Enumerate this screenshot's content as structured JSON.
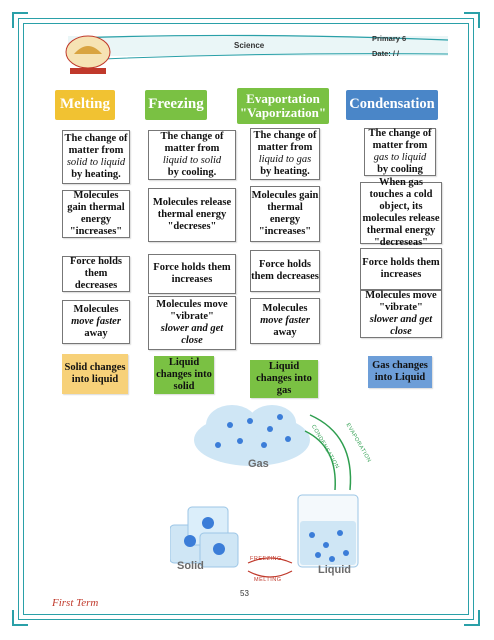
{
  "header": {
    "subject": "Science",
    "grade": "Primary 6",
    "date_label": "Date:  /  /"
  },
  "columns": [
    {
      "title": "Melting",
      "color": "#f1c232",
      "cells": [
        {
          "parts": [
            {
              "t": "The change of matter from",
              "s": "b"
            },
            {
              "t": "solid to liquid",
              "s": "i"
            },
            {
              "t": "by heating.",
              "s": "b"
            }
          ]
        },
        {
          "parts": [
            {
              "t": "Molecules gain thermal energy \"increases\"",
              "s": "b"
            }
          ]
        },
        {
          "parts": [
            {
              "t": "Force holds them decreases",
              "s": "b"
            }
          ]
        },
        {
          "parts": [
            {
              "t": "Molecules",
              "s": "b"
            },
            {
              "t": "move faster",
              "s": "bi"
            },
            {
              "t": "away",
              "s": "b"
            }
          ]
        },
        {
          "parts": [
            {
              "t": "Solid changes into liquid",
              "s": "b"
            }
          ]
        }
      ]
    },
    {
      "title": "Freezing",
      "color": "#7ac143",
      "cells": [
        {
          "parts": [
            {
              "t": "The change of matter from",
              "s": "b"
            },
            {
              "t": "liquid to solid",
              "s": "i"
            },
            {
              "t": "by cooling.",
              "s": "b"
            }
          ]
        },
        {
          "parts": [
            {
              "t": "Molecules release thermal energy \"decreses\"",
              "s": "b"
            }
          ]
        },
        {
          "parts": [
            {
              "t": "Force holds them increases",
              "s": "b"
            }
          ]
        },
        {
          "parts": [
            {
              "t": "Molecules move \"vibrate\"",
              "s": "b"
            },
            {
              "t": "slower and get close",
              "s": "bi"
            }
          ]
        },
        {
          "parts": [
            {
              "t": "Liquid changes into solid",
              "s": "b"
            }
          ]
        }
      ]
    },
    {
      "title": "Evaportation \"Vaporization\"",
      "color": "#7ac143",
      "cells": [
        {
          "parts": [
            {
              "t": "The change of matter from",
              "s": "b"
            },
            {
              "t": "liquid to gas",
              "s": "i"
            },
            {
              "t": "by heating.",
              "s": "b"
            }
          ]
        },
        {
          "parts": [
            {
              "t": "Molecules gain thermal energy \"increases\"",
              "s": "b"
            }
          ]
        },
        {
          "parts": [
            {
              "t": "Force holds them decreases",
              "s": "b"
            }
          ]
        },
        {
          "parts": [
            {
              "t": "Molecules",
              "s": "b"
            },
            {
              "t": "move faster",
              "s": "bi"
            },
            {
              "t": "away",
              "s": "b"
            }
          ]
        },
        {
          "parts": [
            {
              "t": "Liquid changes into gas",
              "s": "b"
            }
          ]
        }
      ]
    },
    {
      "title": "Condensation",
      "color": "#4a86c8",
      "cells": [
        {
          "parts": [
            {
              "t": "The change of matter from",
              "s": "b"
            },
            {
              "t": "gas to liquid",
              "s": "i"
            },
            {
              "t": "by cooling",
              "s": "b"
            }
          ]
        },
        {
          "parts": [
            {
              "t": "When gas touches a cold object, its molecules release thermal energy \"decreseas\"",
              "s": "b"
            }
          ]
        },
        {
          "parts": [
            {
              "t": "Force holds them increases",
              "s": "b"
            }
          ]
        },
        {
          "parts": [
            {
              "t": "Molecules move \"vibrate\"",
              "s": "b"
            },
            {
              "t": "slower and get close",
              "s": "bi"
            }
          ]
        },
        {
          "parts": [
            {
              "t": "Gas changes into Liquid",
              "s": "b"
            }
          ]
        }
      ]
    }
  ],
  "diagram": {
    "gas_label": "Gas",
    "solid_label": "Solid",
    "liquid_label": "Liquid",
    "evaporation_label": "EVAPORATION",
    "condensation_label": "CONDENSATION",
    "freezing_label": "FREEZING",
    "melting_label": "MELTING"
  },
  "footer": {
    "term": "First Term",
    "page_number": "53"
  }
}
